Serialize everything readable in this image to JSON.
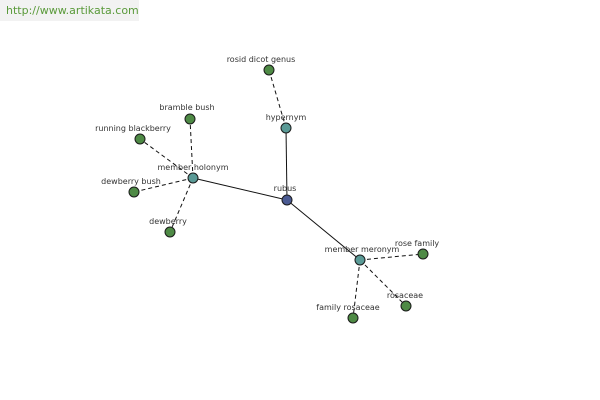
{
  "watermark": {
    "text": "http://www.artikata.com"
  },
  "colors": {
    "leaf": "#4e8a45",
    "relation": "#5a9a96",
    "center": "#4a5a92",
    "stroke": "#1a1a1a"
  },
  "nodes": {
    "center": "rubus",
    "hypernym": "hypernym",
    "member_holonym": "member holonym",
    "member_meronym": "member meronym",
    "rosid_dicot_genus": "rosid dicot genus",
    "bramble_bush": "bramble bush",
    "running_blackberry": "running blackberry",
    "dewberry_bush": "dewberry bush",
    "dewberry": "dewberry",
    "rose_family": "rose family",
    "rosaceae": "rosaceae",
    "family_rosaceae": "family rosaceae"
  }
}
